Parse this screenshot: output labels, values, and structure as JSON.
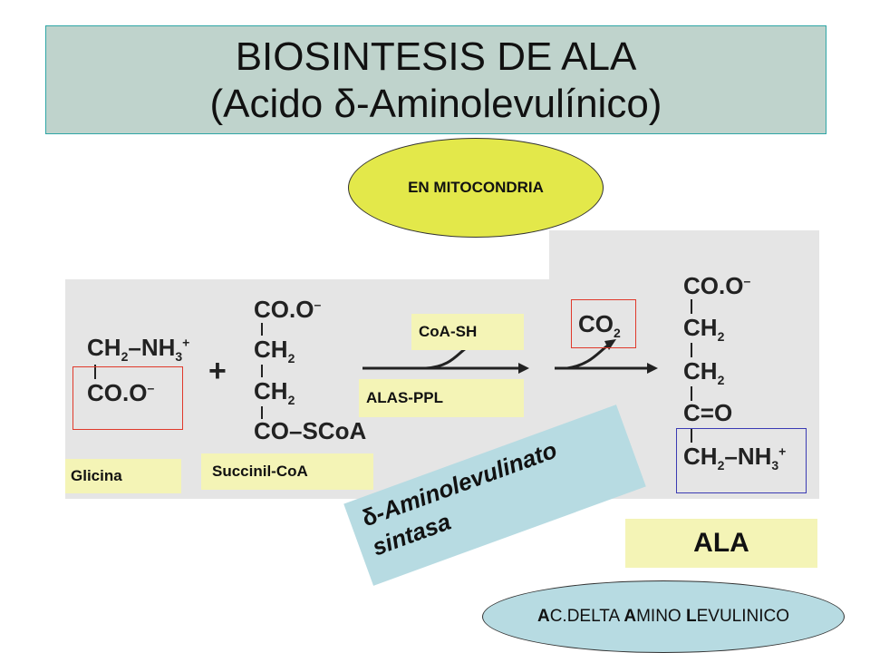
{
  "title": {
    "line1": "BIOSINTESIS DE ALA",
    "line2_prefix": "(Acido ",
    "line2_delta": "δ",
    "line2_suffix": "-Aminolevulínico)"
  },
  "location_label": "EN MITOCONDRIA",
  "reactants": {
    "glycine": {
      "row1": "CH",
      "row1_sub": "2",
      "row1_mid": "–NH",
      "row1_sub2": "3",
      "row1_sup": "+",
      "row2": "CO.O",
      "row2_sup": "–",
      "label": "Glicina"
    },
    "plus": "+",
    "succinyl": {
      "r1": "CO.O",
      "r1_sup": "–",
      "r2": "CH",
      "r2_sub": "2",
      "r3": "CH",
      "r3_sub": "2",
      "r4": "CO–SCoA",
      "label": "Succinil-CoA"
    }
  },
  "reaction": {
    "released": "CoA-SH",
    "cofactor": "ALAS-PPL",
    "co2": "CO",
    "co2_sub": "2",
    "enzyme_delta": "δ",
    "enzyme_line1": "-Aminolevulinato",
    "enzyme_line2": "sintasa"
  },
  "product": {
    "r1": "CO.O",
    "r1_sup": "–",
    "r2": "CH",
    "r2_sub": "2",
    "r3": "CH",
    "r3_sub": "2",
    "r4": "C=O",
    "r5": "CH",
    "r5_sub": "2",
    "r5_mid": "–NH",
    "r5_sub2": "3",
    "r5_sup": "+",
    "label": "ALA"
  },
  "acronym": {
    "a": "A",
    "a_rest": "C.DELTA ",
    "b": "A",
    "b_rest": "MINO ",
    "c": "L",
    "c_rest": "EVULINICO"
  },
  "colors": {
    "title_bg": "#bfd3cc",
    "mito_bg": "#e3e84a",
    "label_bg": "#f4f4b6",
    "enzyme_bg": "#b7dbe2",
    "highlight_red": "#e0392b",
    "highlight_blue": "#3b3bb3"
  }
}
